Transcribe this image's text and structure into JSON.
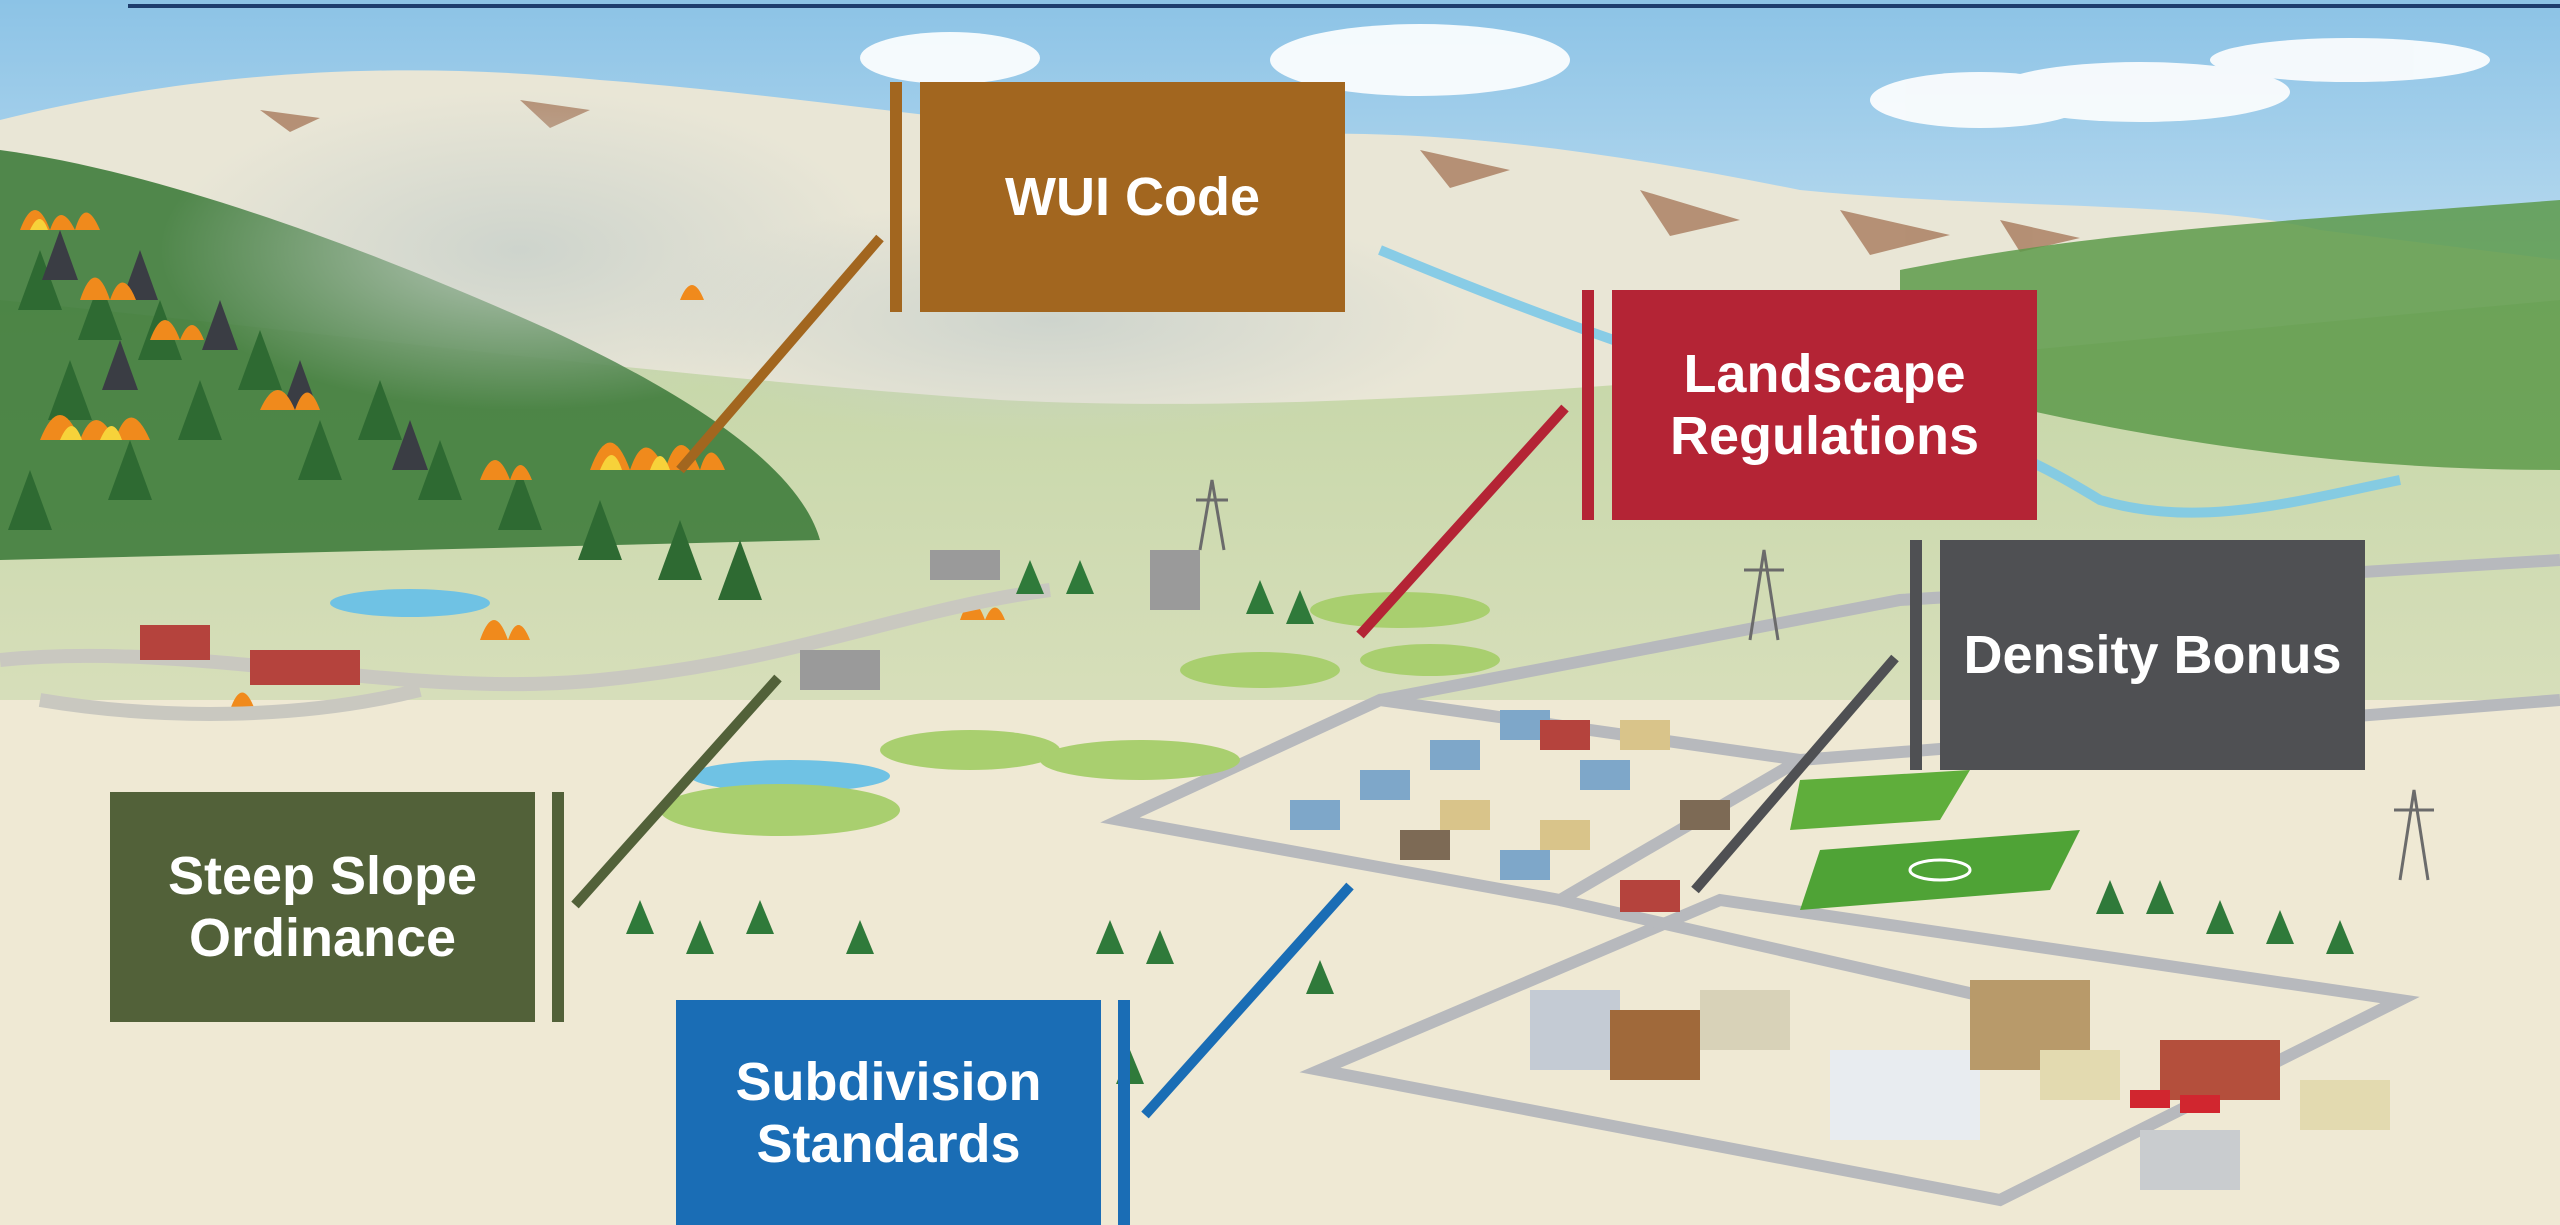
{
  "labels": {
    "wui": {
      "text": "WUI Code",
      "color": "#a2661f"
    },
    "landscape": {
      "text": "Landscape\nRegulations",
      "color": "#b42435"
    },
    "density": {
      "text": "Density Bonus",
      "color": "#4f5053"
    },
    "slope": {
      "text": "Steep Slope\nOrdinance",
      "color": "#526139"
    },
    "subdivision": {
      "text": "Subdivision\nStandards",
      "color": "#1a6db5"
    }
  },
  "colors": {
    "sky": "#cfe6f4",
    "ground": "#efe9d4",
    "forest": "#3d8a3e",
    "road": "#b7b9bd",
    "fire": "#f08a1c",
    "water": "#6fc2e4"
  }
}
